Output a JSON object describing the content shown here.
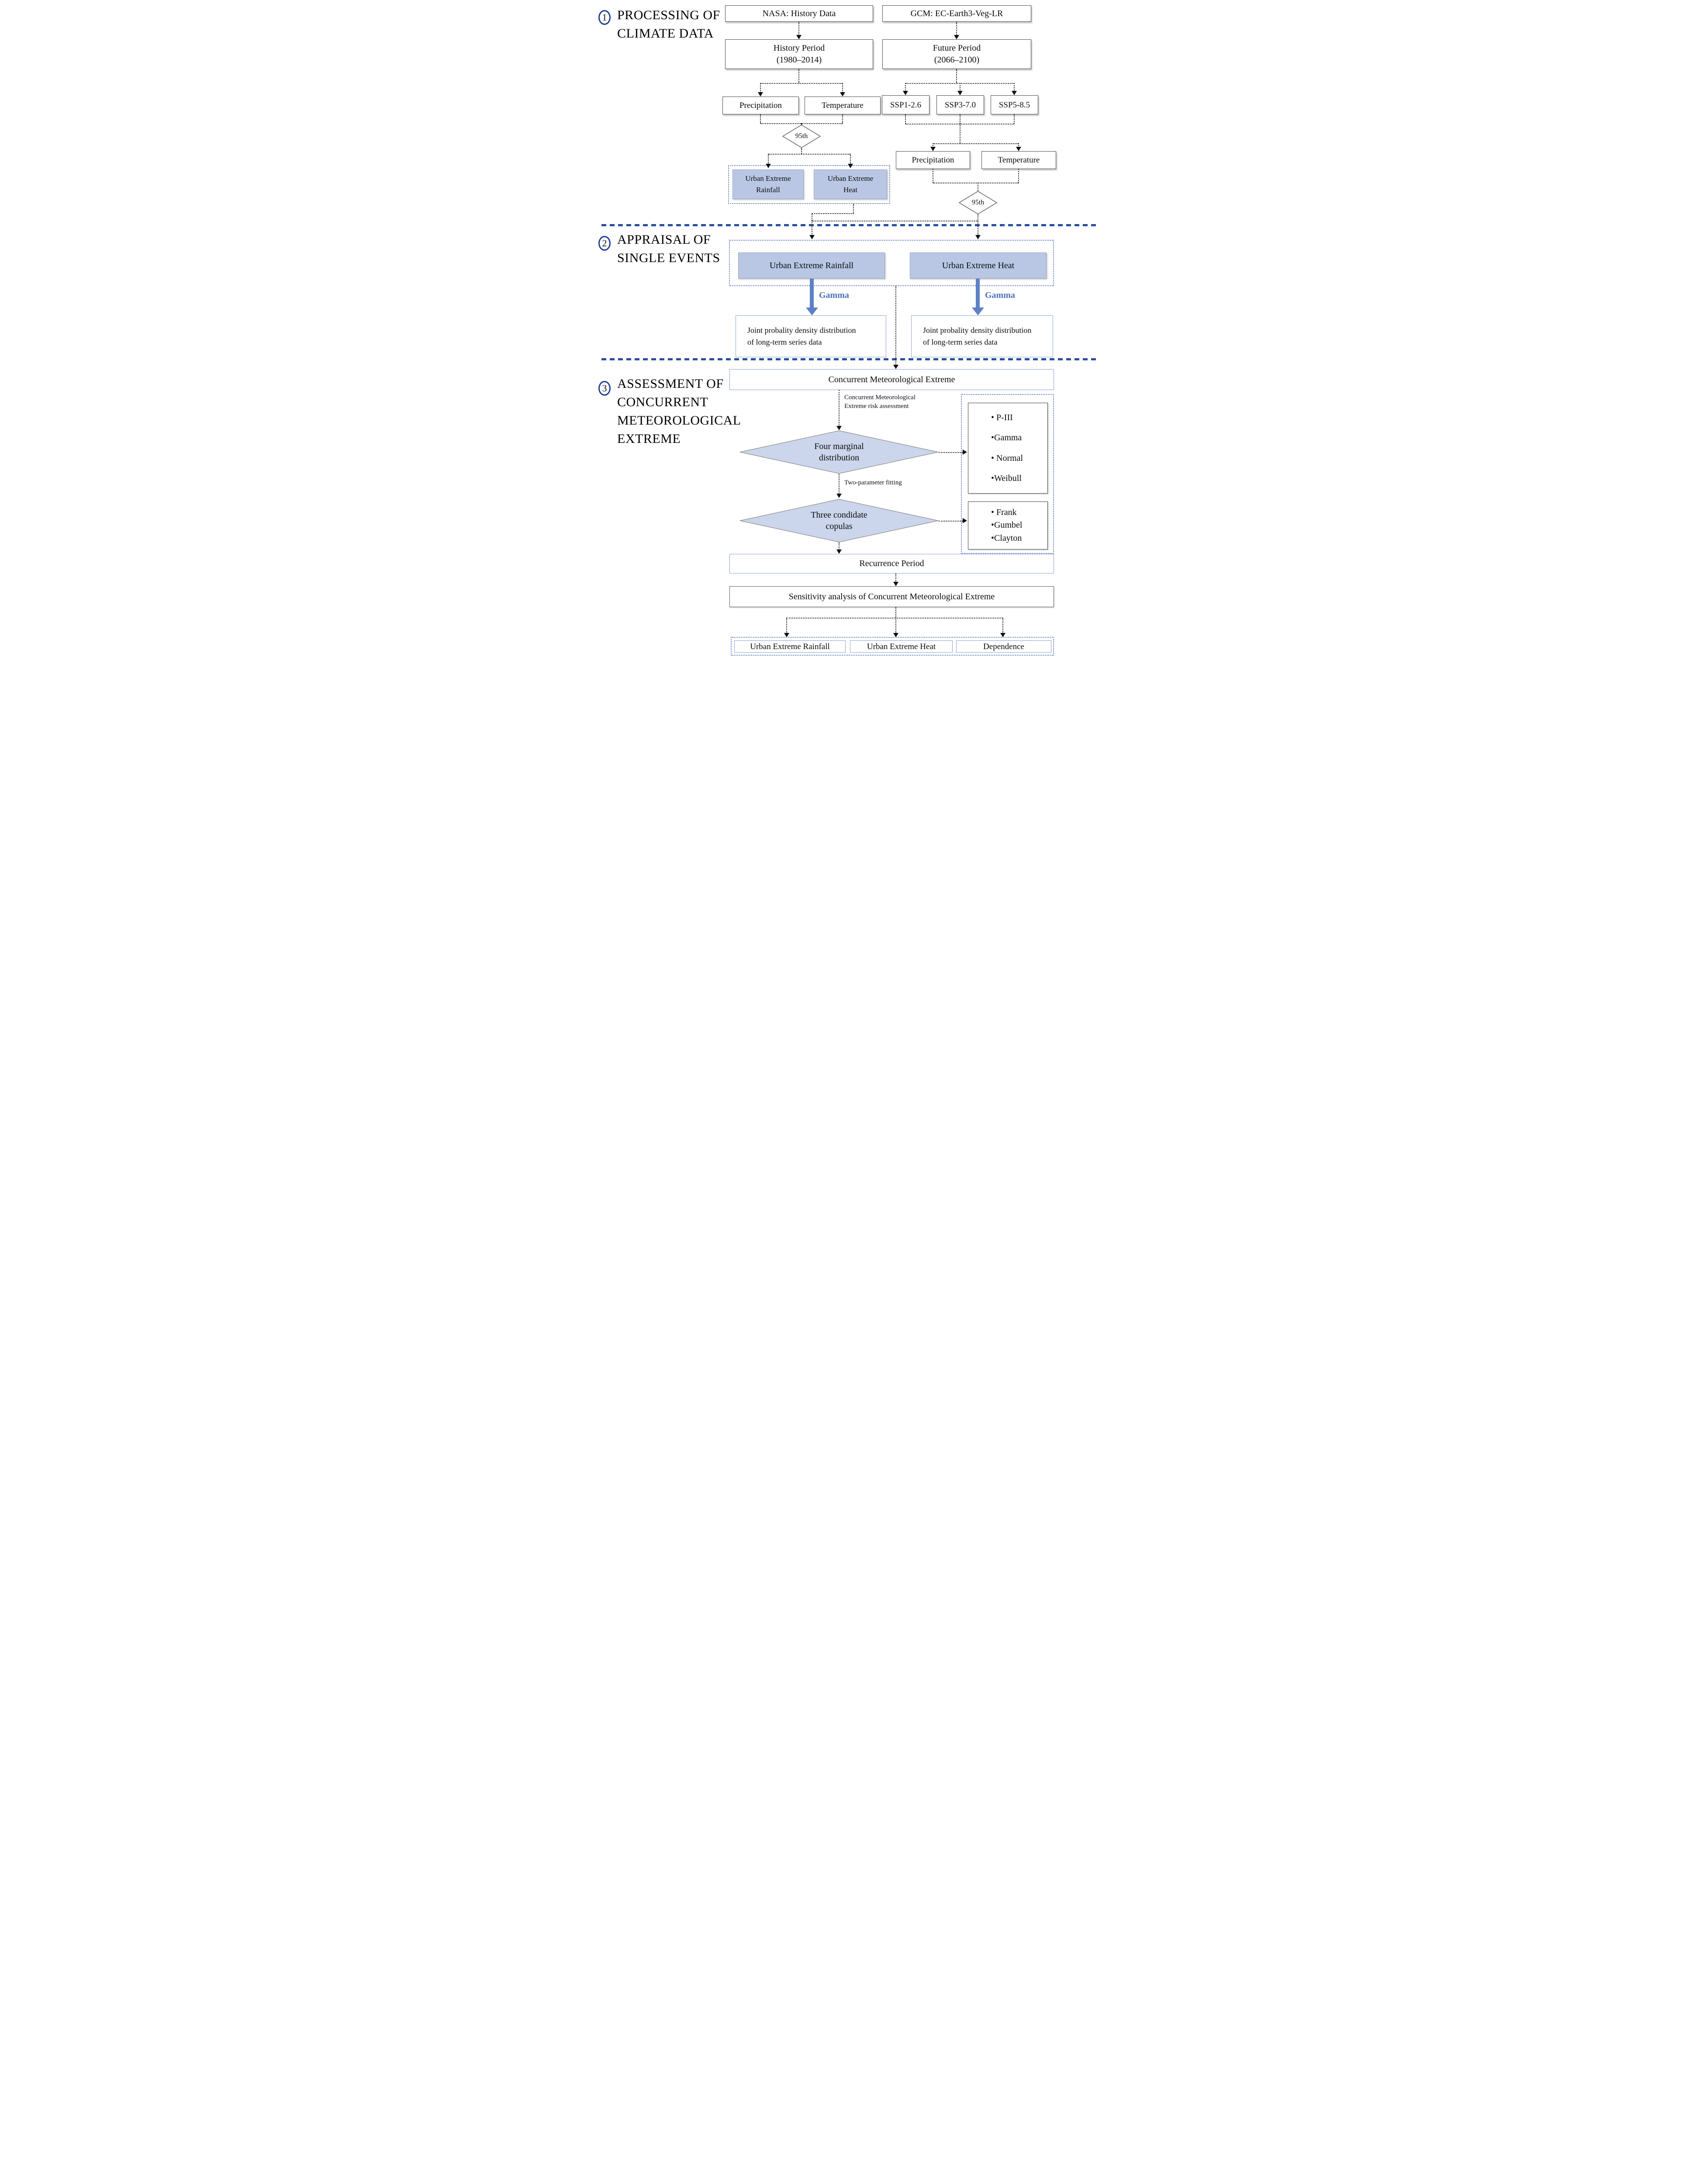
{
  "colors": {
    "accent_blue": "#2c4c9e",
    "container_dotted_blue": "#5d7abf",
    "node_fill_blue": "#b9c7e5",
    "diamond_fill_blue": "#cbd5ec",
    "gamma_arrow_blue": "#5d80c6",
    "thin_border_blue": "#8ba3d3"
  },
  "sections": {
    "s1": {
      "num": "1",
      "title_lines": [
        "PROCESSING OF",
        "CLIMATE DATA"
      ]
    },
    "s2": {
      "num": "2",
      "title_lines": [
        "APPRAISAL OF",
        "SINGLE EVENTS"
      ]
    },
    "s3": {
      "num": "3",
      "title_lines": [
        "ASSESSMENT OF",
        "CONCURRENT",
        "METEOROLOGICAL",
        "EXTREME"
      ]
    }
  },
  "flow": {
    "nasa": "NASA: History Data",
    "gcm": "GCM: EC-Earth3-Veg-LR",
    "history_period_l1": "History Period",
    "history_period_l2": "(1980–2014)",
    "future_period_l1": "Future Period",
    "future_period_l2": "(2066–2100)",
    "precipitation": "Precipitation",
    "temperature": "Temperature",
    "ssp1": "SSP1-2.6",
    "ssp3": "SSP3-7.0",
    "ssp5": "SSP5-8.5",
    "p95": "95th",
    "uer_l1": "Urban Extreme",
    "uer_l2": "Rainfall",
    "ueh_l1": "Urban Extreme",
    "ueh_l2": "Heat",
    "uer": "Urban Extreme Rainfall",
    "ueh": "Urban Extreme Heat",
    "gamma": "Gamma",
    "joint_l1": "Joint  probality density distribution",
    "joint_l2": "of long-term series data",
    "cme": "Concurrent Meteorological Extreme",
    "cme_risk_l1": "Concurrent Meteorological",
    "cme_risk_l2": "Extreme risk assessment",
    "marginal_l1": "Four marginal",
    "marginal_l2": "distribution",
    "two_param": "Two-parameter fitting",
    "copulas_l1": "Three condidate",
    "copulas_l2": "copulas",
    "marginal_items": [
      "• P-III",
      "•Gamma",
      "• Normal",
      "•Weibull"
    ],
    "copula_items": [
      "• Frank",
      "•Gumbel",
      "•Clayton"
    ],
    "recurrence": "Recurrence Period",
    "sensitivity": "Sensitivity analysis of Concurrent Meteorological Extreme",
    "dependence": "Dependence"
  }
}
